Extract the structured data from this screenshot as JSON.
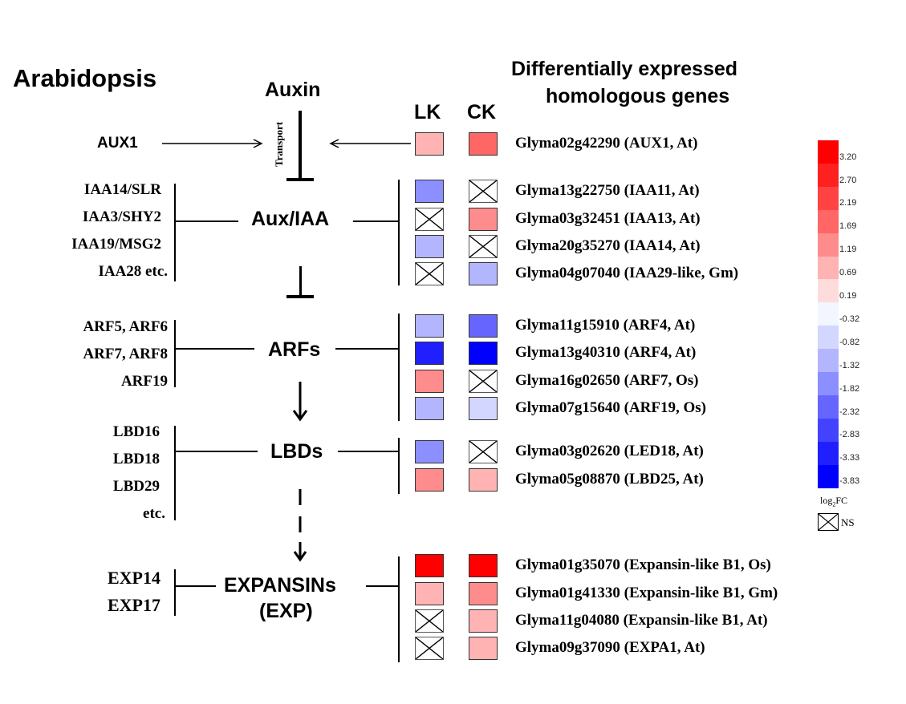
{
  "title": "Arabidopsis",
  "auxin_label": "Auxin",
  "transport_label": "Transport",
  "columns": {
    "lk": "LK",
    "ck": "CK"
  },
  "genes_header": {
    "line1": "Differentially expressed",
    "line2": "homologous genes"
  },
  "pathway": {
    "aux1": {
      "label": "AUX1"
    },
    "auxiaa": {
      "label": "Aux/IAA",
      "members": [
        "IAA14/SLR",
        "IAA3/SHY2",
        "IAA19/MSG2",
        "IAA28 etc."
      ]
    },
    "arfs": {
      "label": "ARFs",
      "members": [
        "ARF5, ARF6",
        "ARF7, ARF8",
        "ARF19"
      ]
    },
    "lbds": {
      "label": "LBDs",
      "members": [
        "LBD16",
        "LBD18",
        "LBD29",
        "etc."
      ]
    },
    "expansins": {
      "label1": "EXPANSINs",
      "label2": "(EXP)",
      "members": [
        "EXP14",
        "EXP17"
      ]
    }
  },
  "chart_data": {
    "type": "heatmap",
    "title": "Differentially expressed homologous genes",
    "columns": [
      "LK",
      "CK"
    ],
    "legend_title": "log2FC",
    "ns_label": "NS",
    "rows": [
      {
        "gene": "Glyma02g42290 (AUX1, At)",
        "group": "AUX1",
        "lk": 0.69,
        "ck": 1.69
      },
      {
        "gene": "Glyma13g22750 (IAA11, At)",
        "group": "Aux/IAA",
        "lk": -1.82,
        "ck": null
      },
      {
        "gene": "Glyma03g32451 (IAA13, At)",
        "group": "Aux/IAA",
        "lk": null,
        "ck": 1.19
      },
      {
        "gene": "Glyma20g35270 (IAA14, At)",
        "group": "Aux/IAA",
        "lk": -1.32,
        "ck": null
      },
      {
        "gene": "Glyma04g07040 (IAA29-like, Gm)",
        "group": "Aux/IAA",
        "lk": null,
        "ck": -1.32
      },
      {
        "gene": "Glyma11g15910 (ARF4, At)",
        "group": "ARFs",
        "lk": -1.32,
        "ck": -2.32
      },
      {
        "gene": "Glyma13g40310 (ARF4, At)",
        "group": "ARFs",
        "lk": -3.33,
        "ck": -3.83
      },
      {
        "gene": "Glyma16g02650 (ARF7, Os)",
        "group": "ARFs",
        "lk": 1.19,
        "ck": null
      },
      {
        "gene": "Glyma07g15640 (ARF19, Os)",
        "group": "ARFs",
        "lk": -1.32,
        "ck": -0.82
      },
      {
        "gene": "Glyma03g02620 (LED18, At)",
        "group": "LBDs",
        "lk": -1.82,
        "ck": null
      },
      {
        "gene": "Glyma05g08870 (LBD25, At)",
        "group": "LBDs",
        "lk": 1.19,
        "ck": 0.69
      },
      {
        "gene": "Glyma01g35070 (Expansin-like B1, Os)",
        "group": "EXPANSINs",
        "lk": 3.2,
        "ck": 3.2
      },
      {
        "gene": "Glyma01g41330 (Expansin-like B1, Gm)",
        "group": "EXPANSINs",
        "lk": 0.69,
        "ck": 1.19
      },
      {
        "gene": "Glyma11g04080 (Expansin-like B1, At)",
        "group": "EXPANSINs",
        "lk": null,
        "ck": 0.69
      },
      {
        "gene": "Glyma09g37090 (EXPA1, At)",
        "group": "EXPANSINs",
        "lk": null,
        "ck": 0.69
      }
    ],
    "legend_ticks": [
      "3.20",
      "2.70",
      "2.19",
      "1.69",
      "1.19",
      "0.69",
      "0.19",
      "-0.32",
      "-0.82",
      "-1.32",
      "-1.82",
      "-2.32",
      "-2.83",
      "-3.33",
      "-3.83"
    ],
    "legend_colors": [
      "#ff0000",
      "#ff2020",
      "#ff4343",
      "#ff6666",
      "#ff8c8c",
      "#ffb3b3",
      "#ffdcdc",
      "#f3f5ff",
      "#d3d6ff",
      "#b3b6ff",
      "#8c8fff",
      "#6666ff",
      "#4343ff",
      "#2020ff",
      "#0000ff"
    ],
    "cell_colors": {
      "AUX1_lk": "#ffbcbc",
      "AUX1_ck": "#ff6e6e"
    }
  }
}
